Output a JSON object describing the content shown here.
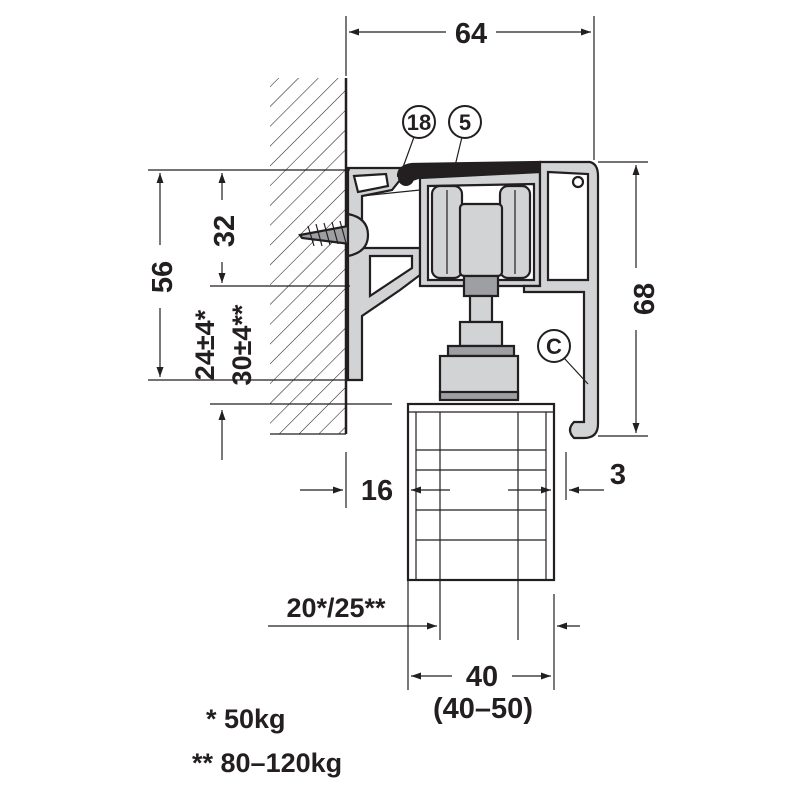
{
  "dimensions": {
    "width_top": "64",
    "height_left": "56",
    "height_inner": "32",
    "height_right": "68",
    "tol_a": "24±4*",
    "tol_b": "30±4**",
    "gap_left": "16",
    "gap_right": "3",
    "door_thickness": "20*/25**",
    "door_width": "40",
    "door_width_range": "(40–50)"
  },
  "callouts": {
    "part_18": "18",
    "part_5": "5",
    "part_c": "C"
  },
  "notes": {
    "note_1": "* 50kg",
    "note_2": "** 80–120kg"
  },
  "colors": {
    "ink": "#231f20",
    "part_fill": "#d1d3d4",
    "dark_fill": "#9d9fa2"
  }
}
